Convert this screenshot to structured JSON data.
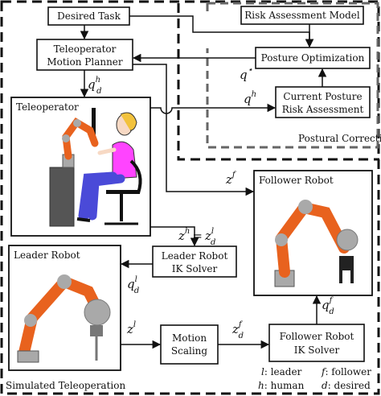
{
  "boxes": {
    "desired_task": "Desired Task",
    "motion_planner_l1": "Teleoperator",
    "motion_planner_l2": "Motion Planner",
    "risk_model": "Risk Assessment Model",
    "posture_opt": "Posture Optimization",
    "risk_assess_l1": "Current Posture",
    "risk_assess_l2": "Risk Assessment",
    "teleoperator": "Teleoperator",
    "follower_robot": "Follower Robot",
    "leader_ik_l1": "Leader Robot",
    "leader_ik_l2": "IK Solver",
    "leader_robot": "Leader Robot",
    "motion_scaling_l1": "Motion",
    "motion_scaling_l2": "Scaling",
    "follower_ik_l1": "Follower Robot",
    "follower_ik_l2": "IK Solver"
  },
  "regions": {
    "postural_correction": "Postural Correction",
    "simulated_teleoperation": "Simulated Teleoperation"
  },
  "math": {
    "q": "q",
    "z": "z",
    "sup_h": "h",
    "sup_l": "l",
    "sup_f": "f",
    "sub_d": "d",
    "star": "⋆",
    "equals": "="
  },
  "legend": {
    "l": "l",
    "l_text": ": leader",
    "f": "f",
    "f_text": ": follower",
    "h": "h",
    "h_text": ": human",
    "d": "d",
    "d_text": ": desired"
  },
  "colors": {
    "robot_orange": "#e8621e",
    "robot_gray": "#a9a9a9",
    "shirt_pink": "#ff44ff",
    "pants_blue": "#4a4ad8",
    "hair_yellow": "#f2c23c",
    "skin": "#f7d9c4"
  }
}
